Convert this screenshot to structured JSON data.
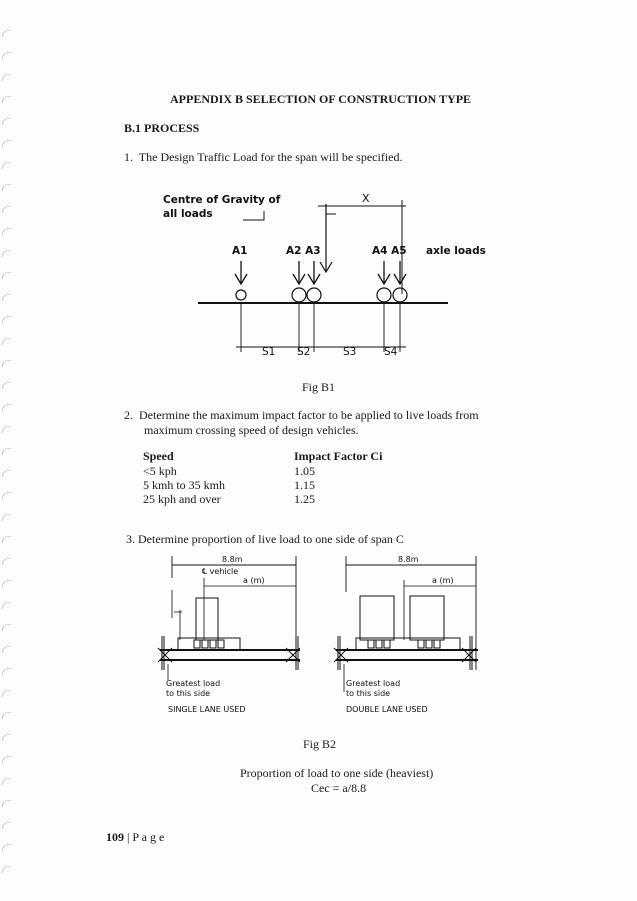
{
  "page": {
    "title": "APPENDIX B SELECTION OF CONSTRUCTION TYPE",
    "section": "B.1 PROCESS",
    "item1": "1.  The Design Traffic Load for the span will be specified.",
    "figB1": {
      "cg_label_1": "Centre of Gravity of",
      "cg_label_2": "all loads",
      "x_label": "X",
      "axles": [
        "A1",
        "A2 A3",
        "A4 A5"
      ],
      "axle_loads_label": "axle loads",
      "spacings": [
        "S1",
        "S2",
        "S3",
        "S4"
      ],
      "caption": "Fig B1"
    },
    "item2_line1": "2.  Determine the maximum impact factor to be applied to live loads from",
    "item2_line2": "maximum crossing speed of design vehicles.",
    "impact_table": {
      "headers": [
        "Speed",
        "Impact Factor Ci"
      ],
      "rows": [
        [
          "<5 kph",
          "1.05"
        ],
        [
          "5 kmh to 35 kmh",
          "1.15"
        ],
        [
          "25 kph and over",
          "1.25"
        ]
      ]
    },
    "item3": "3. Determine proportion of live load to one side of span C",
    "figB2": {
      "left": {
        "width": "8.8m",
        "cl": "℄ vehicle",
        "a": "a (m)",
        "note1": "Greatest load",
        "note2": "to this side",
        "caption": "SINGLE  LANE  USED"
      },
      "right": {
        "width": "8.8m",
        "a": "a (m)",
        "note1": "Greatest load",
        "note2": "to this side",
        "caption": "DOUBLE  LANE  USED"
      },
      "caption": "Fig B2"
    },
    "proportion_line1": "Proportion of load to one side (heaviest)",
    "proportion_line2": "Cec = a/8.8",
    "footer_number": "109",
    "footer_text": " | P a g e"
  }
}
